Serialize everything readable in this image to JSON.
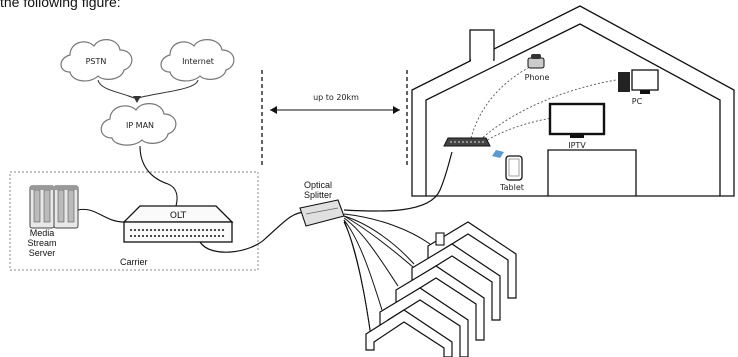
{
  "caption": "the following figure:",
  "clouds": {
    "pstn": "PSTN",
    "internet": "Internet",
    "ipman": "IP MAN"
  },
  "distance": "up to 20km",
  "carrier": {
    "olt": "OLT",
    "server_line1": "Media",
    "server_line2": "Stream",
    "server_line3": "Server",
    "region": "Carrier"
  },
  "splitter": {
    "line1": "Optical",
    "line2": "Splitter"
  },
  "home": {
    "phone": "Phone",
    "pc": "PC",
    "iptv": "IPTV",
    "tablet": "Tablet"
  }
}
